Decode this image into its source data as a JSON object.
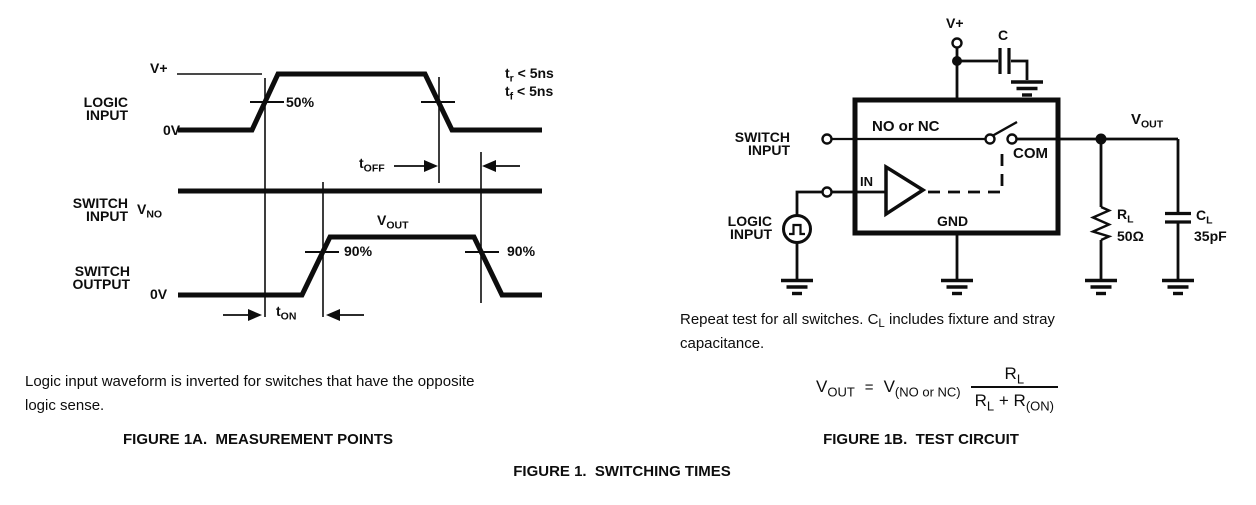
{
  "figure_1a": {
    "caption": "FIGURE 1A.  MEASUREMENT POINTS",
    "note_line1": "Logic input waveform is inverted for switches that have the opposite",
    "note_line2": "logic sense.",
    "labels": {
      "logic_input_1": "LOGIC",
      "logic_input_2": "INPUT",
      "switch_input_1": "SWITCH",
      "switch_input_2": "INPUT",
      "switch_output_1": "SWITCH",
      "switch_output_2": "OUTPUT",
      "v_plus": "V+",
      "zero_v_logic": "0V",
      "zero_v_output": "0V",
      "v_no_main": "V",
      "v_no_sub": "NO",
      "v_out_main": "V",
      "v_out_sub": "OUT",
      "pct_50": "50%",
      "pct_90_rise": "90%",
      "pct_90_fall": "90%",
      "t_off_main": "t",
      "t_off_sub": "OFF",
      "t_on_main": "t",
      "t_on_sub": "ON",
      "t_r_main": "t",
      "t_r_sub": "r",
      "t_r_rest": " < 5ns",
      "t_f_main": "t",
      "t_f_sub": "f",
      "t_f_rest": " < 5ns"
    }
  },
  "figure_1b": {
    "caption": "FIGURE 1B.  TEST CIRCUIT",
    "note_part1": "Repeat test for all switches. C",
    "note_part1_sub": "L",
    "note_part2": " includes fixture and stray",
    "note_line2": "capacitance.",
    "labels": {
      "v_plus": "V+",
      "decoupling_cap": "C",
      "switch_input_1": "SWITCH",
      "switch_input_2": "INPUT",
      "logic_input_1": "LOGIC",
      "logic_input_2": "INPUT",
      "no_or_nc": "NO or NC",
      "com": "COM",
      "in_pin": "IN",
      "gnd_pin": "GND",
      "v_out_main": "V",
      "v_out_sub": "OUT",
      "r_l_main": "R",
      "r_l_sub": "L",
      "r_l_value": "50Ω",
      "c_l_main": "C",
      "c_l_sub": "L",
      "c_l_value": "35pF"
    },
    "equation": {
      "lhs_main": "V",
      "lhs_sub": "OUT",
      "equals": "=",
      "rhs_main": "V",
      "rhs_sub": "(NO or NC)",
      "num_main": "R",
      "num_sub": "L",
      "den1_main": "R",
      "den1_sub": "L",
      "den_plus": "+",
      "den2_main": "R",
      "den2_sub": "(ON)"
    }
  },
  "figure_caption": "FIGURE 1.  SWITCHING TIMES"
}
